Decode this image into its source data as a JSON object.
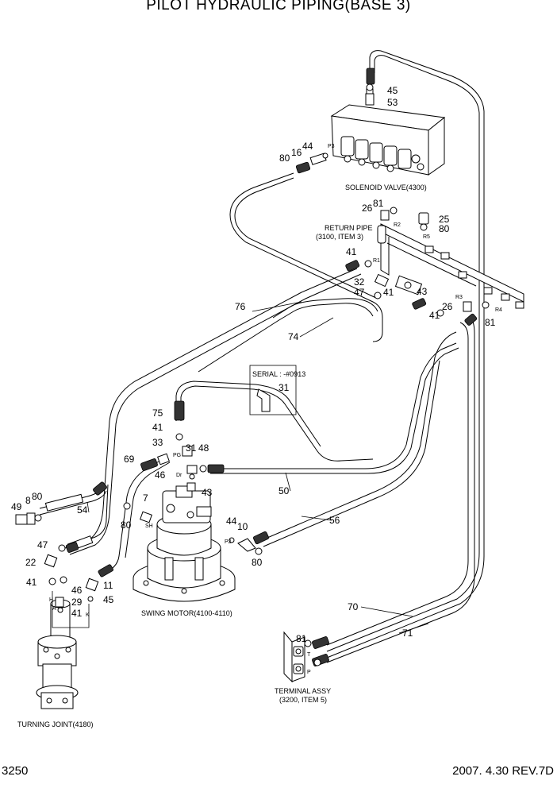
{
  "title": "PILOT HYDRAULIC PIPING(BASE 3)",
  "page_number": "3250",
  "revision": "2007. 4.30  REV.7D",
  "captions": {
    "solenoid_valve": "SOLENOID VALVE(4300)",
    "return_pipe_1": "RETURN PIPE",
    "return_pipe_2": "(3100, ITEM 3)",
    "serial": "SERIAL : -#0913",
    "swing_motor": "SWING MOTOR(4100-4110)",
    "terminal_1": "TERMINAL ASSY",
    "terminal_2": "(3200, ITEM 5)",
    "turning_joint": "TURNING JOINT(4180)"
  },
  "port_labels": [
    "P3",
    "P2",
    "Dr",
    "SH",
    "PG",
    "R1",
    "R2",
    "R3",
    "R4",
    "R5",
    "H",
    "A",
    "K",
    "T",
    "P"
  ],
  "callouts": [
    "45",
    "53",
    "80",
    "16",
    "44",
    "26",
    "81",
    "25",
    "80",
    "41",
    "32",
    "47",
    "41",
    "43",
    "26",
    "41",
    "81",
    "76",
    "74",
    "31",
    "75",
    "41",
    "33",
    "31",
    "48",
    "69",
    "46",
    "7",
    "43",
    "49",
    "8",
    "80",
    "54",
    "80",
    "44",
    "10",
    "56",
    "50",
    "47",
    "22",
    "41",
    "46",
    "11",
    "45",
    "29",
    "41",
    "80",
    "70",
    "71",
    "81"
  ]
}
